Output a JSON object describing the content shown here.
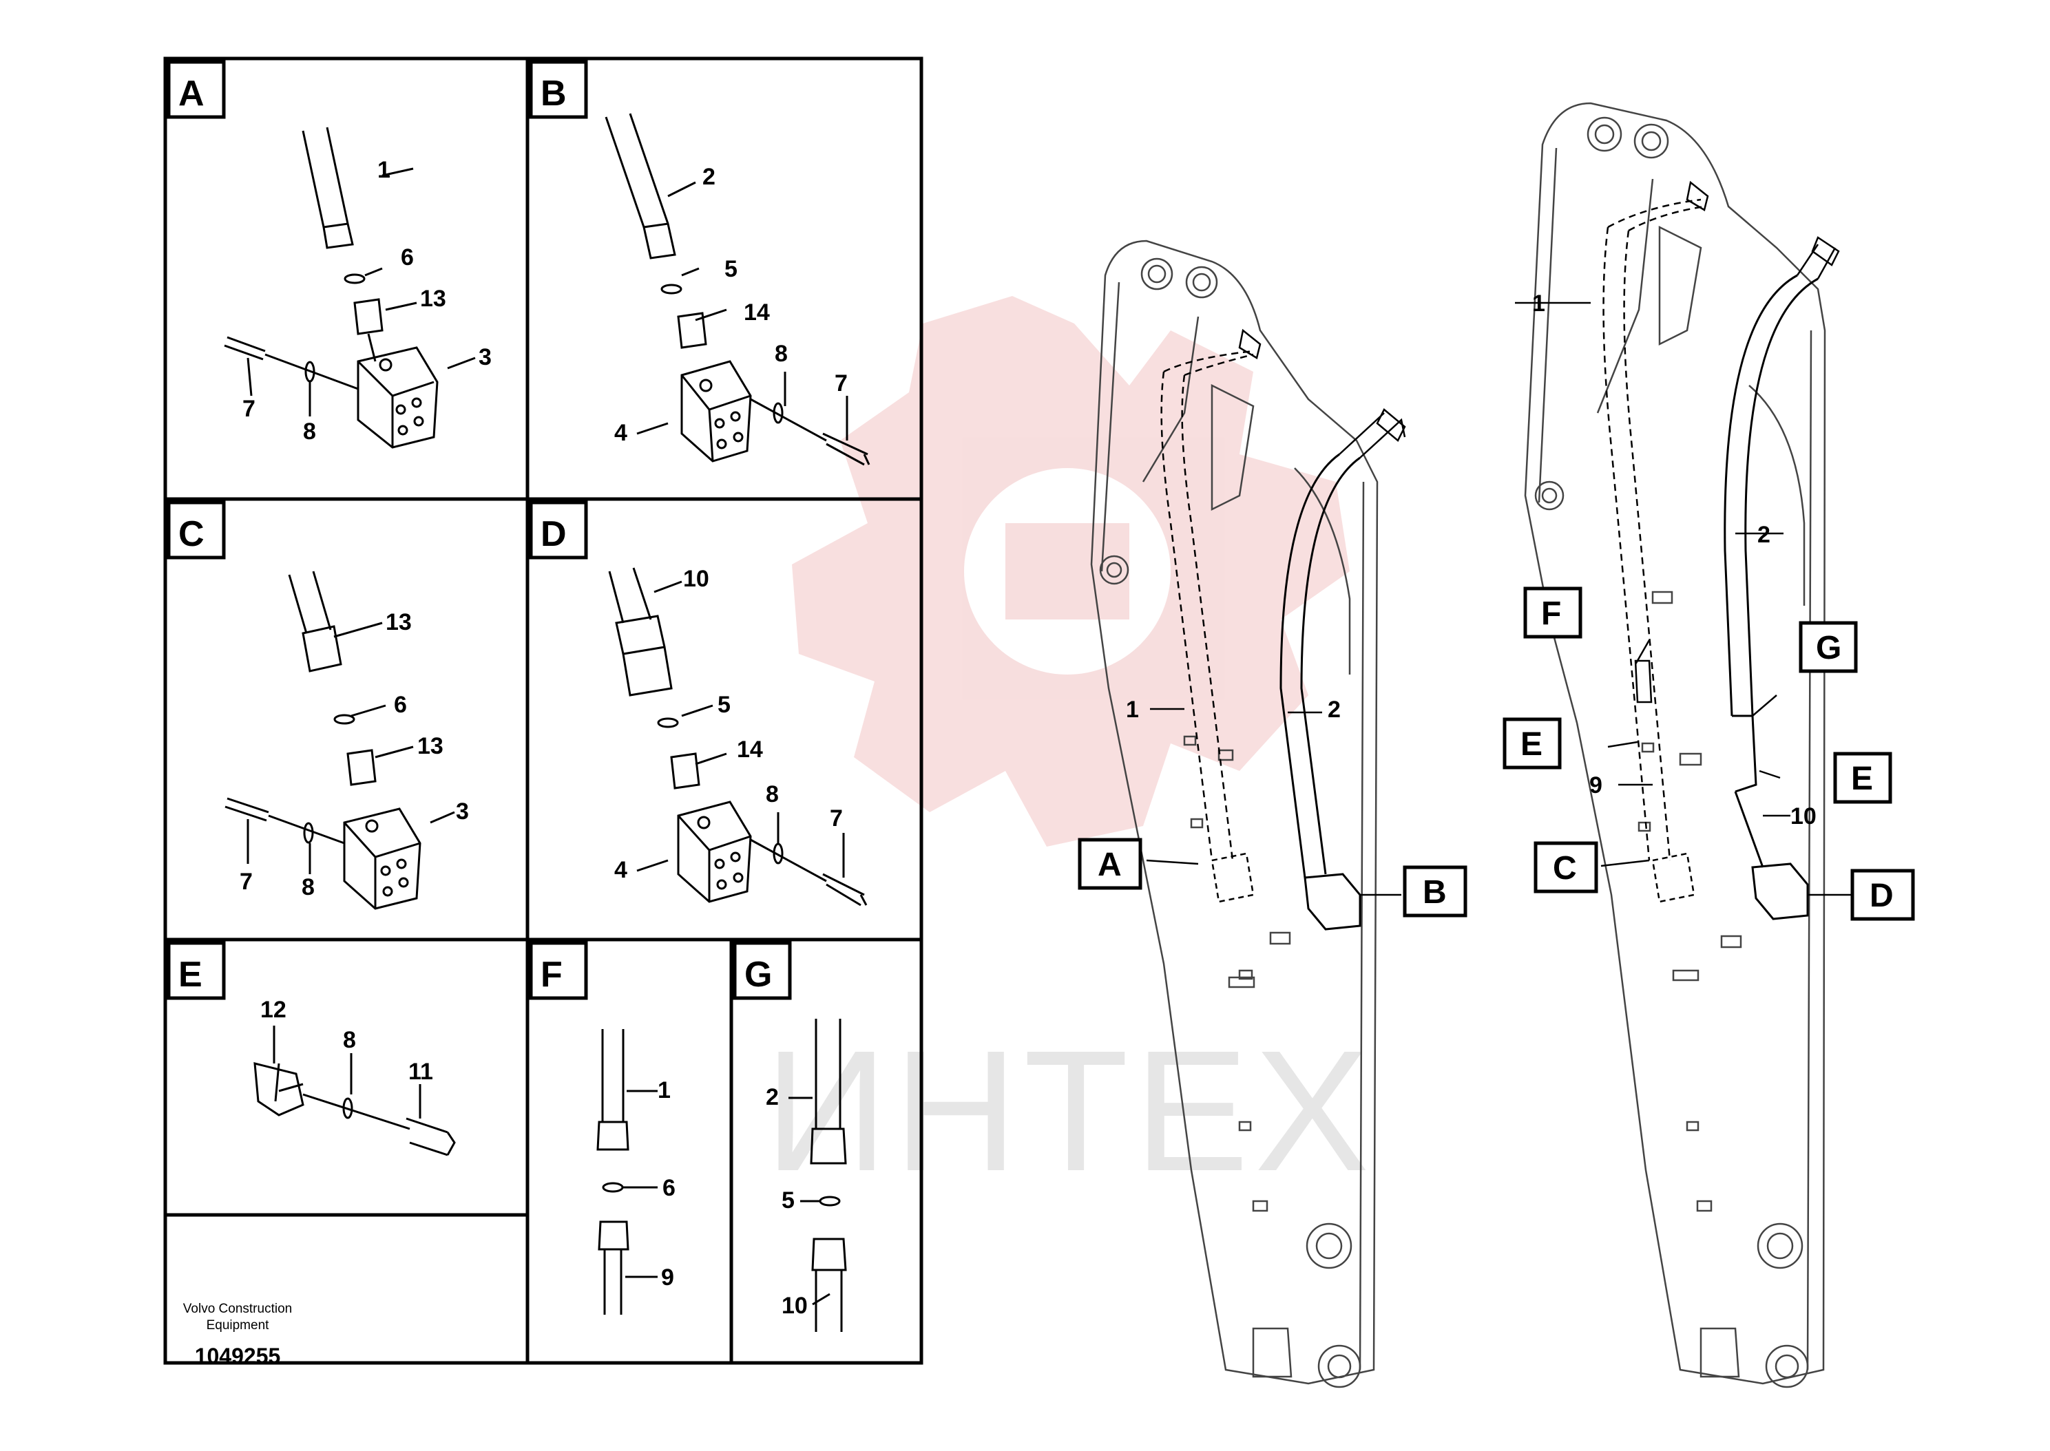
{
  "panels": {
    "A": {
      "letter": "A",
      "callouts": [
        "1",
        "6",
        "13",
        "3",
        "7",
        "8"
      ]
    },
    "B": {
      "letter": "B",
      "callouts": [
        "2",
        "5",
        "14",
        "8",
        "7",
        "4"
      ]
    },
    "C": {
      "letter": "C",
      "callouts": [
        "13",
        "6",
        "13",
        "3",
        "7",
        "8"
      ]
    },
    "D": {
      "letter": "D",
      "callouts": [
        "10",
        "5",
        "14",
        "8",
        "7",
        "4"
      ]
    },
    "E": {
      "letter": "E",
      "callouts": [
        "12",
        "8",
        "11"
      ]
    },
    "F": {
      "letter": "F",
      "callouts": [
        "1",
        "6",
        "9"
      ]
    },
    "G": {
      "letter": "G",
      "callouts": [
        "2",
        "5",
        "10"
      ]
    }
  },
  "boom_left": {
    "hose_labels": [
      "1",
      "2"
    ],
    "callouts": [
      "A",
      "B"
    ]
  },
  "boom_right": {
    "hose_labels": [
      "1",
      "2",
      "9",
      "10"
    ],
    "callouts": [
      "F",
      "G",
      "E",
      "E",
      "C",
      "D"
    ]
  },
  "watermark": {
    "text": "ИНТЕХ",
    "colors": {
      "logo": "#f2c4c4",
      "text": "#e6e6e6"
    }
  },
  "footer": {
    "company_line1": "Volvo Construction",
    "company_line2": "Equipment",
    "part_number": "1049255"
  },
  "colors": {
    "line": "#000000",
    "boom_outline": "#444444"
  }
}
